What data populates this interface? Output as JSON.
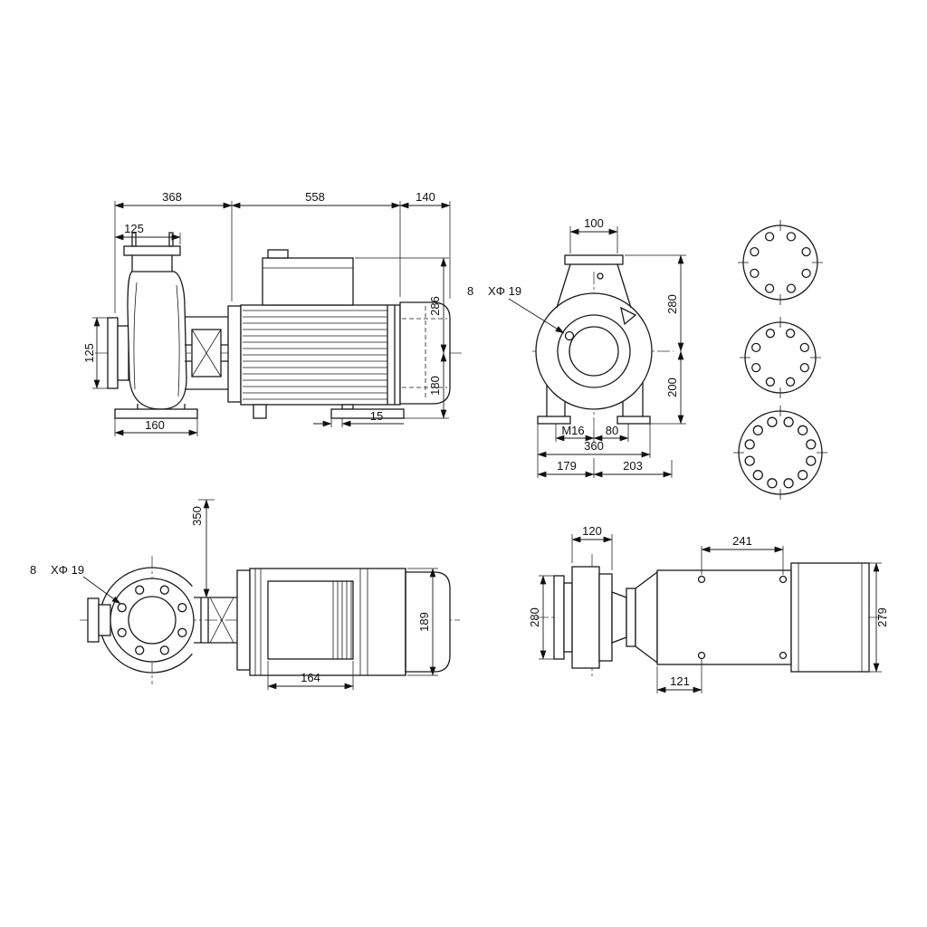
{
  "drawing": {
    "background": "#ffffff",
    "line_color": "#1a1a1a"
  },
  "views": {
    "side": {
      "dims": {
        "pump_length": "368",
        "motor_length": "558",
        "fan_cover_length": "140",
        "flange_offset": "125",
        "suction_flange_od": "125",
        "height_above_cl": "286",
        "height_below_cl": "180",
        "foot_width": "160",
        "foot_edge": "15"
      }
    },
    "end": {
      "dims": {
        "port_width": "100",
        "bolt_count": "8",
        "bolt_spec": "XΦ 19",
        "cl_to_flange": "280",
        "cl_to_base": "200",
        "foot_thread": "M16",
        "foot_hole_spacing": "80",
        "base_width": "360",
        "cl_to_left": "179",
        "cl_to_right": "203"
      }
    },
    "top": {
      "dims": {
        "cl_to_flange_face": "350",
        "bolt_count": "8",
        "bolt_spec": "XΦ 19",
        "frame_length": "164",
        "motor_width": "189"
      }
    },
    "base": {
      "dims": {
        "port_width": "120",
        "hole_spacing": "241",
        "flange_od": "280",
        "block_height": "279",
        "hole_offset": "121"
      }
    }
  }
}
